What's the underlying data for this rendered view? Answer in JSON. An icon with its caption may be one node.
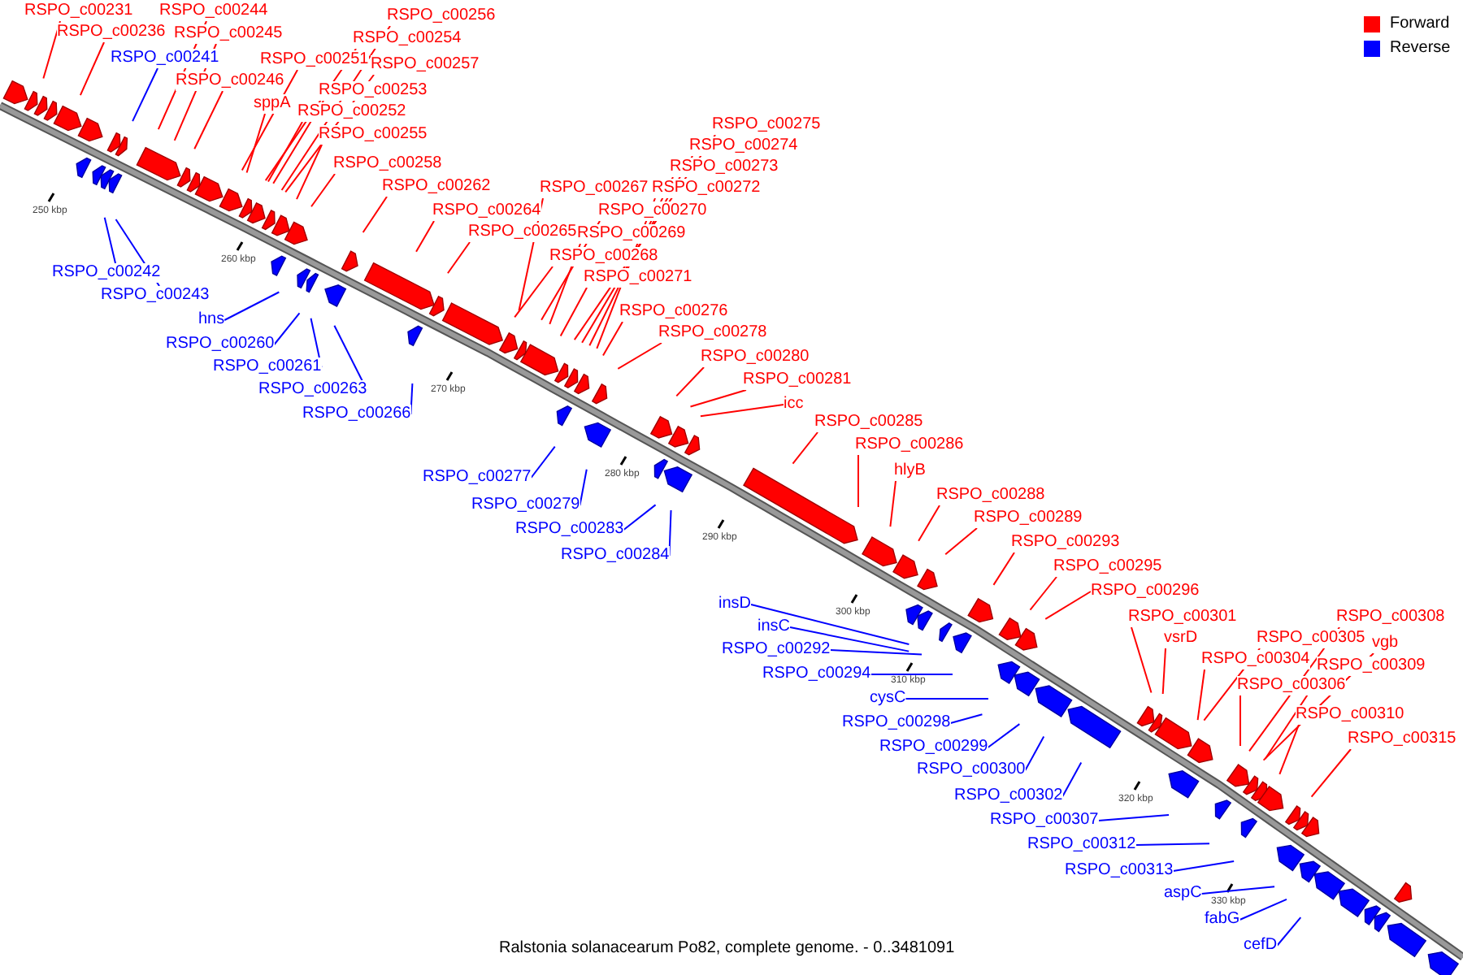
{
  "diagram": {
    "caption": "Ralstonia solanacearum Po82, complete genome. - 0..3481091",
    "nodes": [
      {
        "text": [
          "RSPO_c00231"
        ]
      },
      {
        "text": [
          "RSPO_c00236"
        ]
      },
      {
        "text": [
          "RSPO_c00244"
        ]
      },
      {
        "text": [
          "RSPO_c00245"
        ]
      },
      {
        "text": [
          "RSPO_c00246"
        ]
      },
      {
        "text": [
          "RSPO_c00251"
        ]
      },
      {
        "text": [
          "sppA"
        ]
      },
      {
        "text": [
          "RSPO_c00256"
        ]
      },
      {
        "text": [
          "RSPO_c00254"
        ]
      },
      {
        "text": [
          "RSPO_c00257"
        ]
      },
      {
        "text": [
          "RSPO_c00253"
        ]
      },
      {
        "text": [
          "RSPO_c00252"
        ]
      },
      {
        "text": [
          "RSPO_c00255"
        ]
      },
      {
        "text": [
          "RSPO_c00258"
        ]
      },
      {
        "text": [
          "RSPO_c00262"
        ]
      },
      {
        "text": [
          "RSPO_c00264"
        ]
      },
      {
        "text": [
          "RSPO_c00265"
        ]
      },
      {
        "text": [
          "RSPO_c00267"
        ]
      },
      {
        "text": [
          "RSPO_c00270"
        ]
      },
      {
        "text": [
          "RSPO_c00269"
        ]
      },
      {
        "text": [
          "RSPO_c00268"
        ]
      },
      {
        "text": [
          "RSPO_c00271"
        ]
      },
      {
        "text": [
          "RSPO_c00275"
        ]
      },
      {
        "text": [
          "RSPO_c00274"
        ]
      },
      {
        "text": [
          "RSPO_c00273"
        ]
      },
      {
        "text": [
          "RSPO_c00272"
        ]
      },
      {
        "text": [
          "RSPO_c00276"
        ]
      },
      {
        "text": [
          "RSPO_c00278"
        ]
      },
      {
        "text": [
          "RSPO_c00280"
        ]
      },
      {
        "text": [
          "RSPO_c00281"
        ]
      },
      {
        "text": [
          "icc"
        ]
      },
      {
        "text": [
          "RSPO_c00285"
        ]
      },
      {
        "text": [
          "RSPO_c00286"
        ]
      },
      {
        "text": [
          "hlyB"
        ]
      },
      {
        "text": [
          "RSPO_c00288"
        ]
      },
      {
        "text": [
          "RSPO_c00289"
        ]
      },
      {
        "text": [
          "RSPO_c00293"
        ]
      },
      {
        "text": [
          "RSPO_c00295"
        ]
      },
      {
        "text": [
          "RSPO_c00296"
        ]
      },
      {
        "text": [
          "RSPO_c00301"
        ]
      },
      {
        "text": [
          "vsrD"
        ]
      },
      {
        "text": [
          "RSPO_c00304"
        ]
      },
      {
        "text": [
          "RSPO_c00305"
        ]
      },
      {
        "text": [
          "RSPO_c00308"
        ]
      },
      {
        "text": [
          "vgb"
        ]
      },
      {
        "text": [
          "RSPO_c00306"
        ]
      },
      {
        "text": [
          "RSPO_c00309"
        ]
      },
      {
        "text": [
          "RSPO_c00310"
        ]
      },
      {
        "text": [
          "RSPO_c00315"
        ]
      },
      {
        "text": [
          "RSPO_c00241"
        ]
      },
      {
        "text": [
          "RSPO_c00242"
        ]
      },
      {
        "text": [
          "RSPO_c00243"
        ]
      },
      {
        "text": [
          "hns"
        ]
      },
      {
        "text": [
          "RSPO_c00260"
        ]
      },
      {
        "text": [
          "RSPO_c00261"
        ]
      },
      {
        "text": [
          "RSPO_c00263"
        ]
      },
      {
        "text": [
          "RSPO_c00266"
        ]
      },
      {
        "text": [
          "RSPO_c00277"
        ]
      },
      {
        "text": [
          "RSPO_c00279"
        ]
      },
      {
        "text": [
          "RSPO_c00283"
        ]
      },
      {
        "text": [
          "RSPO_c00284"
        ]
      },
      {
        "text": [
          "insD"
        ]
      },
      {
        "text": [
          "insC"
        ]
      },
      {
        "text": [
          "RSPO_c00292"
        ]
      },
      {
        "text": [
          "RSPO_c00294"
        ]
      },
      {
        "text": [
          "cysC"
        ]
      },
      {
        "text": [
          "RSPO_c00298"
        ]
      },
      {
        "text": [
          "RSPO_c00299"
        ]
      },
      {
        "text": [
          "RSPO_c00300"
        ]
      },
      {
        "text": [
          "RSPO_c00302"
        ]
      },
      {
        "text": [
          "RSPO_c00307"
        ]
      },
      {
        "text": [
          "RSPO_c00312"
        ]
      },
      {
        "text": [
          "RSPO_c00313"
        ]
      },
      {
        "text": [
          "aspC"
        ]
      },
      {
        "text": [
          "fabG"
        ]
      },
      {
        "text": [
          "cefD"
        ]
      }
    ],
    "edges": [
      {
        "from": 0,
        "to": null,
        "arrow": "none"
      },
      {
        "from": 1,
        "to": null,
        "arrow": "none"
      },
      {
        "from": 2,
        "to": null,
        "arrow": "none"
      },
      {
        "from": 3,
        "to": null,
        "arrow": "none"
      },
      {
        "from": 4,
        "to": null,
        "arrow": "none"
      },
      {
        "from": 5,
        "to": null,
        "arrow": "none"
      },
      {
        "from": 6,
        "to": null,
        "arrow": "none"
      },
      {
        "from": 7,
        "to": null,
        "arrow": "none"
      },
      {
        "from": 8,
        "to": null,
        "arrow": "none"
      },
      {
        "from": 9,
        "to": null,
        "arrow": "none"
      },
      {
        "from": 10,
        "to": null,
        "arrow": "none"
      },
      {
        "from": 11,
        "to": null,
        "arrow": "none"
      },
      {
        "from": 12,
        "to": null,
        "arrow": "none"
      },
      {
        "from": 13,
        "to": null,
        "arrow": "none"
      },
      {
        "from": 14,
        "to": null,
        "arrow": "none"
      },
      {
        "from": 15,
        "to": null,
        "arrow": "none"
      },
      {
        "from": 16,
        "to": null,
        "arrow": "none"
      },
      {
        "from": 17,
        "to": null,
        "arrow": "none"
      },
      {
        "from": 18,
        "to": null,
        "arrow": "none"
      },
      {
        "from": 19,
        "to": null,
        "arrow": "none"
      },
      {
        "from": 20,
        "to": null,
        "arrow": "none"
      },
      {
        "from": 21,
        "to": null,
        "arrow": "none"
      },
      {
        "from": 22,
        "to": null,
        "arrow": "none"
      },
      {
        "from": 23,
        "to": null,
        "arrow": "none"
      },
      {
        "from": 24,
        "to": null,
        "arrow": "none"
      },
      {
        "from": 25,
        "to": null,
        "arrow": "none"
      },
      {
        "from": 26,
        "to": null,
        "arrow": "none"
      },
      {
        "from": 27,
        "to": null,
        "arrow": "none"
      },
      {
        "from": 28,
        "to": null,
        "arrow": "none"
      },
      {
        "from": 29,
        "to": null,
        "arrow": "none"
      },
      {
        "from": 30,
        "to": null,
        "arrow": "none"
      },
      {
        "from": 31,
        "to": null,
        "arrow": "none"
      },
      {
        "from": 32,
        "to": null,
        "arrow": "none"
      },
      {
        "from": 33,
        "to": null,
        "arrow": "none"
      },
      {
        "from": 34,
        "to": null,
        "arrow": "none"
      },
      {
        "from": 35,
        "to": null,
        "arrow": "none"
      },
      {
        "from": 36,
        "to": null,
        "arrow": "none"
      },
      {
        "from": 37,
        "to": null,
        "arrow": "none"
      },
      {
        "from": 38,
        "to": null,
        "arrow": "none"
      },
      {
        "from": 39,
        "to": null,
        "arrow": "none"
      },
      {
        "from": 40,
        "to": null,
        "arrow": "none"
      },
      {
        "from": 41,
        "to": null,
        "arrow": "none"
      },
      {
        "from": 42,
        "to": null,
        "arrow": "none"
      },
      {
        "from": 43,
        "to": null,
        "arrow": "none"
      },
      {
        "from": 44,
        "to": null,
        "arrow": "none"
      },
      {
        "from": 45,
        "to": null,
        "arrow": "none"
      },
      {
        "from": 46,
        "to": null,
        "arrow": "none"
      },
      {
        "from": 47,
        "to": null,
        "arrow": "none"
      },
      {
        "from": 48,
        "to": null,
        "arrow": "none"
      },
      {
        "from": 49,
        "to": null,
        "arrow": "none",
        "color": "#0000ff"
      },
      {
        "from": 50,
        "to": null,
        "arrow": "none",
        "color": "#0000ff"
      },
      {
        "from": 51,
        "to": null,
        "arrow": "none",
        "color": "#0000ff"
      },
      {
        "from": 52,
        "to": null,
        "arrow": "none",
        "color": "#0000ff"
      },
      {
        "from": 53,
        "to": null,
        "arrow": "none",
        "color": "#0000ff"
      },
      {
        "from": 54,
        "to": null,
        "arrow": "none",
        "color": "#0000ff"
      },
      {
        "from": 55,
        "to": null,
        "arrow": "none",
        "color": "#0000ff"
      },
      {
        "from": 56,
        "to": null,
        "arrow": "none",
        "color": "#0000ff"
      },
      {
        "from": 57,
        "to": null,
        "arrow": "none",
        "color": "#0000ff"
      },
      {
        "from": 58,
        "to": null,
        "arrow": "none",
        "color": "#0000ff"
      },
      {
        "from": 59,
        "to": null,
        "arrow": "none",
        "color": "#0000ff"
      },
      {
        "from": 60,
        "to": null,
        "arrow": "none",
        "color": "#0000ff"
      },
      {
        "from": 61,
        "to": null,
        "arrow": "none",
        "color": "#0000ff"
      },
      {
        "from": 62,
        "to": null,
        "arrow": "none",
        "color": "#0000ff"
      },
      {
        "from": 63,
        "to": null,
        "arrow": "none",
        "color": "#0000ff"
      },
      {
        "from": 64,
        "to": null,
        "arrow": "none",
        "color": "#0000ff"
      },
      {
        "from": 65,
        "to": null,
        "arrow": "none",
        "color": "#0000ff"
      },
      {
        "from": 66,
        "to": null,
        "arrow": "none",
        "color": "#0000ff"
      },
      {
        "from": 67,
        "to": null,
        "arrow": "none",
        "color": "#0000ff"
      },
      {
        "from": 68,
        "to": null,
        "arrow": "none",
        "color": "#0000ff"
      },
      {
        "from": 69,
        "to": null,
        "arrow": "none",
        "color": "#0000ff"
      },
      {
        "from": 70,
        "to": null,
        "arrow": "none",
        "color": "#0000ff"
      },
      {
        "from": 71,
        "to": null,
        "arrow": "none",
        "color": "#0000ff"
      },
      {
        "from": 72,
        "to": null,
        "arrow": "none",
        "color": "#0000ff"
      },
      {
        "from": 73,
        "to": null,
        "arrow": "none",
        "color": "#0000ff"
      },
      {
        "from": 74,
        "to": null,
        "arrow": "none",
        "color": "#0000ff"
      },
      {
        "from": 75,
        "to": null,
        "arrow": "none",
        "color": "#0000ff"
      }
    ],
    "labels": [
      "250 kbp",
      "260 kbp",
      "270 kbp",
      "280 kbp",
      "290 kbp",
      "300 kbp",
      "310 kbp",
      "320 kbp",
      "330 kbp"
    ],
    "legend": [
      {
        "text": "Forward",
        "color": "#ff0000"
      },
      {
        "text": "Reverse",
        "color": "#0000ff"
      }
    ]
  }
}
